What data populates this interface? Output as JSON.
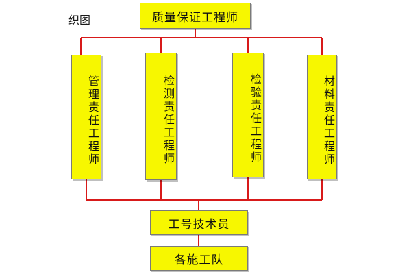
{
  "corner_text": "织图",
  "colors": {
    "box_fill": "#f7f700",
    "line": "#d81a1a",
    "text": "#111111"
  },
  "nodes": {
    "top": "质量保证工程师",
    "columns": [
      "管理责任工程师",
      "检测责任工程师",
      "检验责任工程师",
      "材料责任工程师"
    ],
    "technician": "工号技术员",
    "team": "各施工队"
  }
}
